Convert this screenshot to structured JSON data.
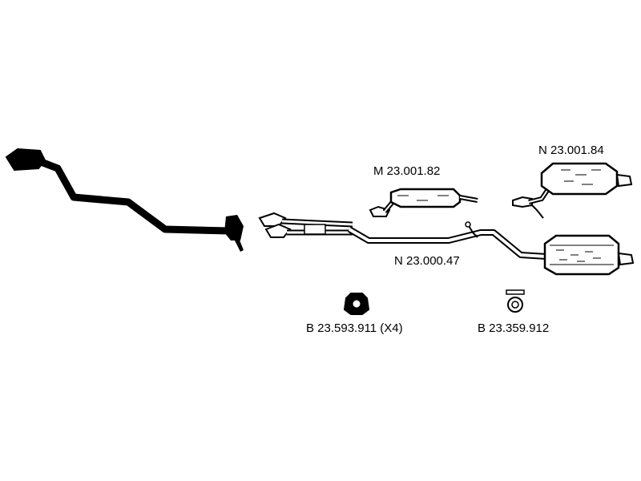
{
  "diagram": {
    "colors": {
      "ink": "#000000",
      "paper": "#ffffff",
      "shade": "#d8d8d8"
    },
    "labels": {
      "middle_silencer": "M 23.001.82",
      "rear_silencer_upper": "N 23.001.84",
      "main_pipe_assembly": "N 23.000.47",
      "rubber_mount": "B 23.593.911 (X4)",
      "ring_mount": "B 23.359.912"
    }
  }
}
